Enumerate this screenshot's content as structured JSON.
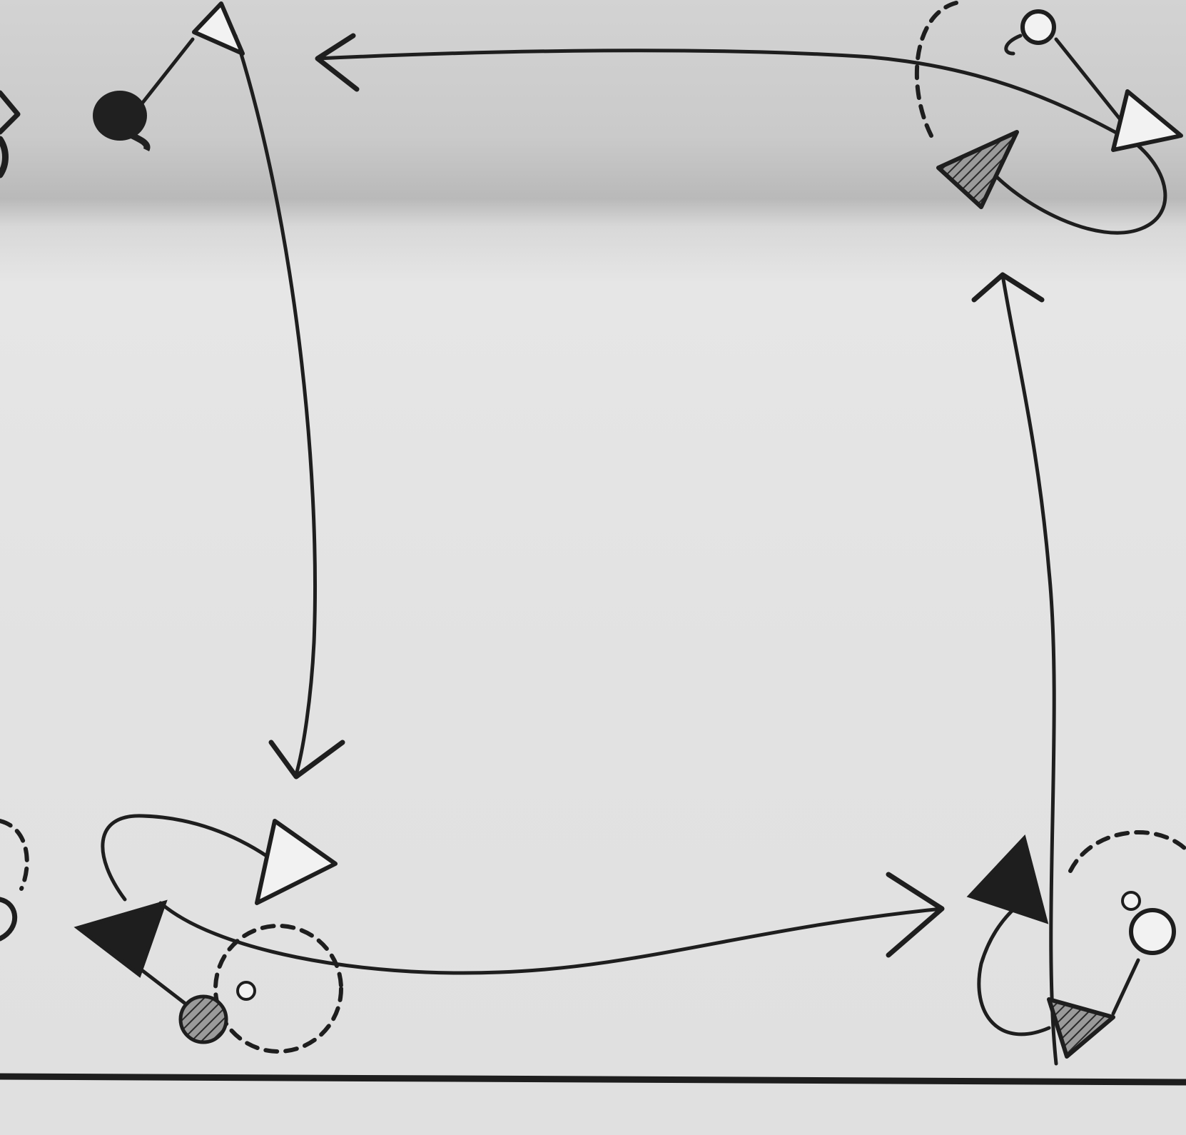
{
  "diagram": {
    "type": "hand-drawn tactical drill diagram",
    "labels": [],
    "colors": {
      "paper_light": "#e4e4e4",
      "paper_shadow": "#bdbdbd",
      "ink": "#1e1e1e",
      "hatched_fill": "#6e6e6e",
      "open_fill": "#f2f2f2"
    },
    "nodes": [
      {
        "id": "player-top-left",
        "kind": "open-triangle"
      },
      {
        "id": "marker-top-left",
        "kind": "filled-circle"
      },
      {
        "id": "player-top-right-open",
        "kind": "open-triangle"
      },
      {
        "id": "player-top-right-hatched",
        "kind": "hatched-triangle"
      },
      {
        "id": "marker-top-right",
        "kind": "open-circle"
      },
      {
        "id": "player-bottom-left-open",
        "kind": "open-triangle"
      },
      {
        "id": "player-bottom-left-filled",
        "kind": "filled-triangle"
      },
      {
        "id": "marker-bottom-left",
        "kind": "hatched-circle"
      },
      {
        "id": "player-bottom-right-filled",
        "kind": "filled-triangle"
      },
      {
        "id": "player-bottom-right-hatched",
        "kind": "hatched-triangle"
      },
      {
        "id": "marker-bottom-right",
        "kind": "open-circle"
      }
    ],
    "edges": [
      {
        "id": "top-pass",
        "from": "player-top-right-open",
        "to": "player-top-left",
        "style": "solid-arrow"
      },
      {
        "id": "left-run",
        "from": "player-top-left",
        "to": "player-bottom-left-open",
        "style": "solid-arrow"
      },
      {
        "id": "bottom-pass",
        "from": "player-bottom-left-filled",
        "to": "player-bottom-right-filled",
        "style": "solid-arrow"
      },
      {
        "id": "right-run",
        "from": "player-bottom-right-hatched",
        "to": "player-top-right-hatched",
        "style": "solid-arrow"
      }
    ],
    "zones": [
      {
        "id": "zone-top-right",
        "style": "dashed-circle"
      },
      {
        "id": "zone-bottom-left",
        "style": "dashed-circle"
      },
      {
        "id": "zone-bottom-right",
        "style": "dashed-circle"
      },
      {
        "id": "zone-left-edge",
        "style": "dashed-circle"
      }
    ]
  }
}
